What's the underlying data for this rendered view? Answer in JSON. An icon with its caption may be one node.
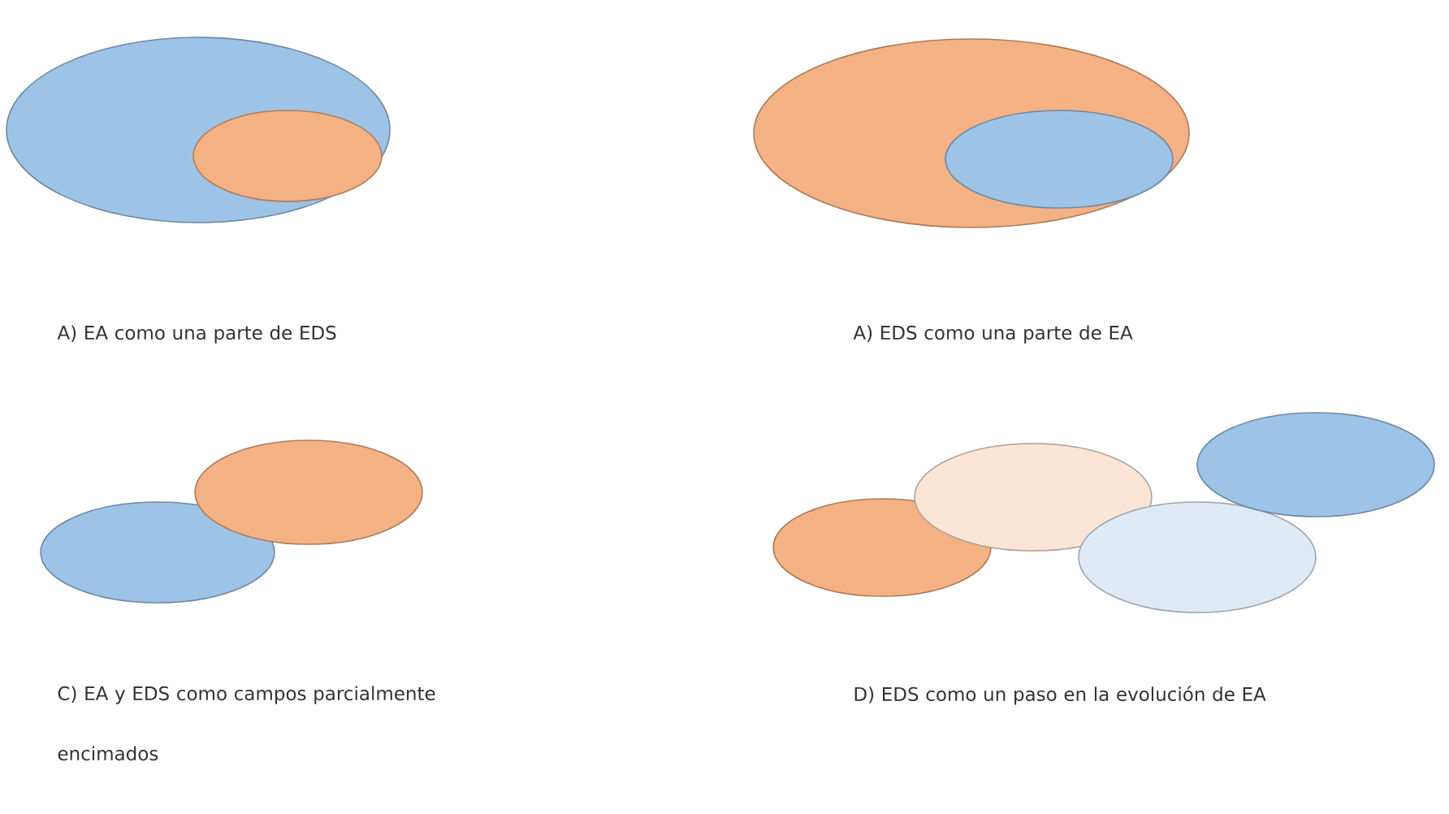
{
  "diagram": {
    "nodes": [
      {
        "text": [],
        "shape": "ellipse"
      },
      {
        "text": [],
        "shape": "ellipse",
        "in": 0
      },
      {
        "text": [],
        "shape": "ellipse"
      },
      {
        "text": [],
        "shape": "ellipse",
        "in": 2
      },
      {
        "text": [],
        "shape": "ellipse"
      },
      {
        "text": [],
        "shape": "ellipse"
      },
      {
        "text": [],
        "shape": "ellipse"
      },
      {
        "text": [],
        "shape": "ellipse"
      },
      {
        "text": [],
        "shape": "ellipse"
      },
      {
        "text": [],
        "shape": "ellipse"
      }
    ],
    "edges": [],
    "labels": [
      "A) EA como una parte de EDS",
      "A) EDS como una parte de EA",
      "C) EA y EDS como campos parcialmente encimados",
      "D) EDS como un paso en la evolución de EA"
    ]
  }
}
